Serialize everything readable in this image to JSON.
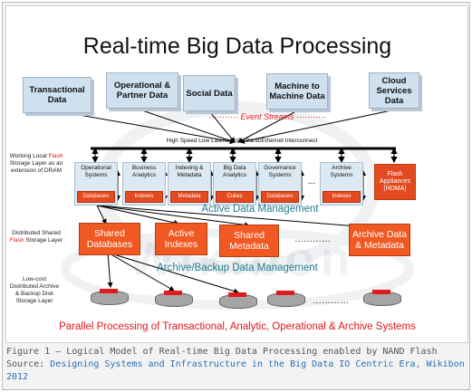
{
  "title": "Real-time Big Data Processing",
  "sources": [
    {
      "label": "Transactional Data"
    },
    {
      "label": "Operational & Partner Data"
    },
    {
      "label": "Social Data"
    },
    {
      "label": "Machine to Machine Data"
    },
    {
      "label": "Cloud Services Data"
    }
  ],
  "event_streams": "Event Streams",
  "interconnect": "High Speed Low Latency InfiniBand/Ethernet Interconnect",
  "layer_labels": {
    "local_flash": {
      "pre": "Working Local ",
      "accent": "Flash",
      "post": " Storage Layer as an extension of DRAM"
    },
    "shared_flash": {
      "pre": "Distributed Shared ",
      "accent": "Flash",
      "post": " Storage Layer"
    },
    "archive": "Low-cost Distributed Archive & Backup Disk Storage Layer"
  },
  "systems": [
    {
      "name": "Operational Systems",
      "store": "Databases"
    },
    {
      "name": "Business Analytics",
      "store": "Indexes"
    },
    {
      "name": "Indexing & Metadata",
      "store": "Metadata"
    },
    {
      "name": "Big Data Analytics",
      "store": "Cubes"
    },
    {
      "name": "Governance Systems",
      "store": "Databases"
    },
    {
      "name": "Archive Systems",
      "store": "Indexes"
    }
  ],
  "systems_ellipsis": "...",
  "flash_appliance": "Flash Appliances (RDMA)",
  "active_data_management": "Active Data Management",
  "shared": [
    {
      "label": "Shared Databases"
    },
    {
      "label": "Active Indexes"
    },
    {
      "label": "Shared Metadata"
    },
    {
      "label": "Archive Data & Metadata"
    }
  ],
  "shared_ellipsis": "…………",
  "archive_backup_management": "Archive/Backup Data Management",
  "disk_ellipsis": "…………",
  "footer": "Parallel Processing of Transactional, Analytic, Operational & Archive Systems",
  "watermark": "Wikibon",
  "caption": {
    "line1": "Figure 1 – Logical Model of Real-time Big Data Processing enabled by NAND Flash",
    "source_prefix": "Source: ",
    "source_link": "Designing Systems and Infrastructure in the Big Data IO Centric Era, Wikibon",
    "line3": "2012"
  },
  "colors": {
    "accent_red": "#e0161b",
    "flash_orange": "#f05a22",
    "source_blue": "#cfe0ee",
    "teal_text": "#1f7a8c"
  }
}
